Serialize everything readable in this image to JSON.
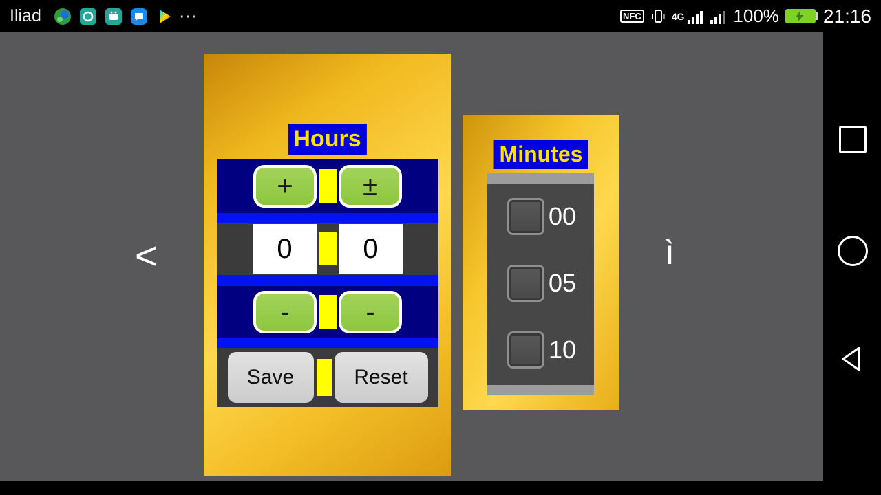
{
  "status_bar": {
    "carrier": "Iliad",
    "overflow": "⋯",
    "nfc": "NFC",
    "network_label": "4G",
    "battery_percent": "100%",
    "time": "21:16"
  },
  "hours_panel": {
    "title": "Hours",
    "plus_left": "+",
    "plus_right": "±",
    "digit_left": "0",
    "digit_right": "0",
    "minus_left": "-",
    "minus_right": "-",
    "save": "Save",
    "reset": "Reset"
  },
  "minutes_panel": {
    "title": "Minutes",
    "options": [
      {
        "label": "00"
      },
      {
        "label": "05"
      },
      {
        "label": "10"
      }
    ]
  },
  "side": {
    "left_glyph": "<",
    "right_glyph": "ì"
  },
  "colors": {
    "panel_gold": "#f2b61e",
    "accent_blue": "#0000e0",
    "row_navy": "#000080",
    "strip_blue": "#0013f0",
    "divider_yellow": "#ffff00",
    "button_green": "#8dc63f",
    "battery_green": "#7ed321"
  }
}
